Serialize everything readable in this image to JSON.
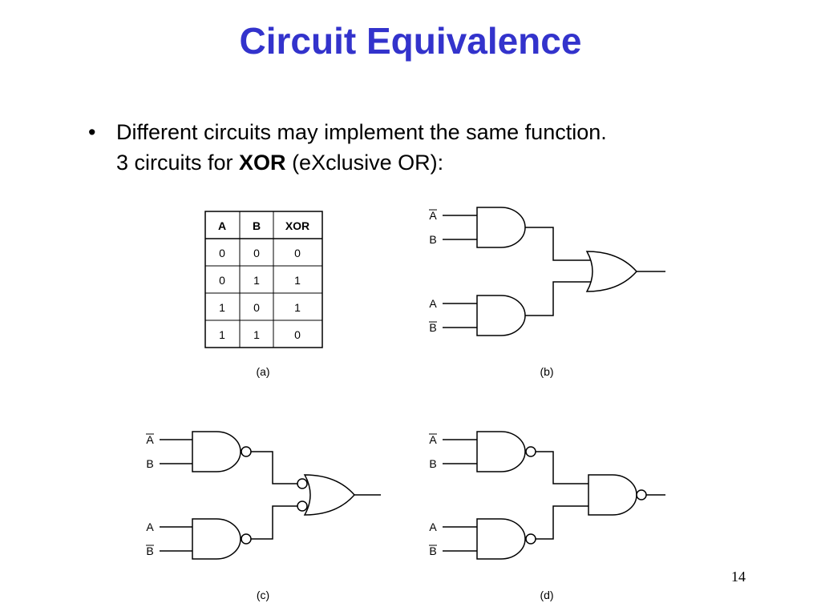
{
  "slide": {
    "title": "Circuit Equivalence",
    "bullet_symbol": "•",
    "bullet_line1": "Different circuits may implement the same function.",
    "bullet_line2_pre": "3 circuits for ",
    "bullet_line2_bold": "XOR",
    "bullet_line2_post": " (eXclusive OR):",
    "page_number": "14"
  },
  "truth_table": {
    "headers": [
      "A",
      "B",
      "XOR"
    ],
    "rows": [
      [
        "0",
        "0",
        "0"
      ],
      [
        "0",
        "1",
        "1"
      ],
      [
        "1",
        "0",
        "1"
      ],
      [
        "1",
        "1",
        "0"
      ]
    ]
  },
  "captions": {
    "a": "(a)",
    "b": "(b)",
    "c": "(c)",
    "d": "(d)"
  },
  "inputs": {
    "a": "A",
    "b": "B"
  }
}
